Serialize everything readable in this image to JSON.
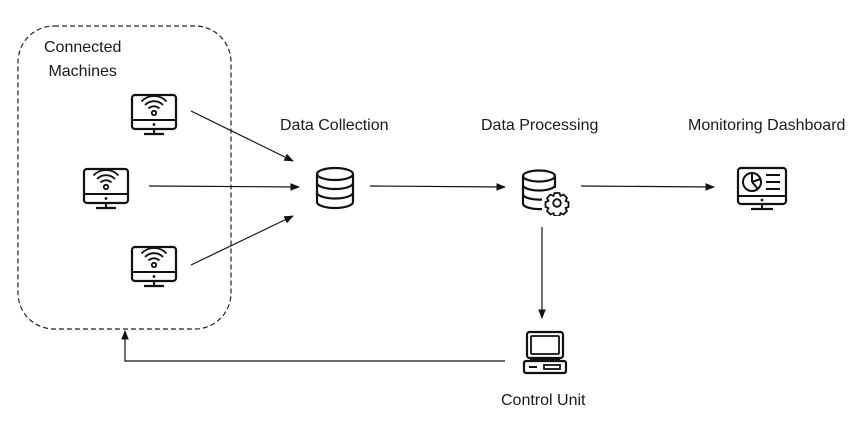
{
  "diagram": {
    "group": {
      "title_line1": "Connected",
      "title_line2": "Machines",
      "border_style": "dashed"
    },
    "nodes": [
      {
        "id": "machine-1",
        "label": "",
        "icon": "monitor-wifi-icon"
      },
      {
        "id": "machine-2",
        "label": "",
        "icon": "monitor-wifi-icon"
      },
      {
        "id": "machine-3",
        "label": "",
        "icon": "monitor-wifi-icon"
      },
      {
        "id": "data-collection",
        "label": "Data Collection",
        "icon": "database-icon"
      },
      {
        "id": "data-processing",
        "label": "Data Processing",
        "icon": "database-gear-icon"
      },
      {
        "id": "monitoring-dashboard",
        "label": "Monitoring Dashboard",
        "icon": "dashboard-monitor-icon"
      },
      {
        "id": "control-unit",
        "label": "Control Unit",
        "icon": "desktop-computer-icon"
      }
    ],
    "edges": [
      {
        "from": "machine-1",
        "to": "data-collection"
      },
      {
        "from": "machine-2",
        "to": "data-collection"
      },
      {
        "from": "machine-3",
        "to": "data-collection"
      },
      {
        "from": "data-collection",
        "to": "data-processing"
      },
      {
        "from": "data-processing",
        "to": "monitoring-dashboard"
      },
      {
        "from": "data-processing",
        "to": "control-unit"
      },
      {
        "from": "control-unit",
        "to": "connected-machines"
      }
    ],
    "colors": {
      "stroke": "#111111",
      "background": "#ffffff"
    }
  }
}
